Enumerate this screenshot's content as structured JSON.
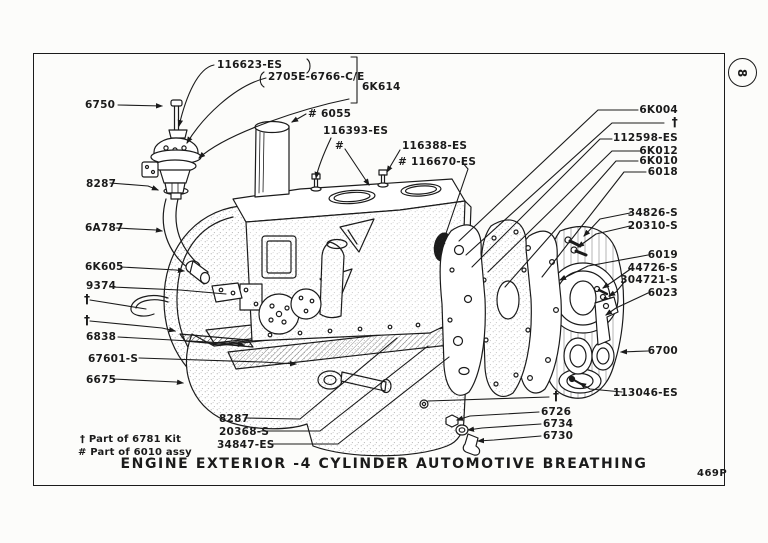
{
  "page": {
    "title": "ENGINE EXTERIOR -4 CYLINDER AUTOMOTIVE BREATHING",
    "sheet_number": "469P",
    "page_number": "8"
  },
  "footnotes": {
    "dagger_note": "† Part of 6781 Kit",
    "hash_note": "# Part of 6010 assy"
  },
  "diagram": {
    "description": "Exploded parts illustration of a 4-cylinder engine exterior: fuel pump, oil filler tube, cylinder block, bell housing, oil pan with pickup, timing cover gasket stack, seals and fasteners"
  },
  "labels": [
    {
      "text": "116623-ES"
    },
    {
      "text": "2705E-6766-C/E"
    },
    {
      "text": "6K614"
    },
    {
      "text": "6750"
    },
    {
      "text": "# 6055"
    },
    {
      "text": "116393-ES"
    },
    {
      "text": "#"
    },
    {
      "text": "116388-ES"
    },
    {
      "text": "# 116670-ES"
    },
    {
      "text": "8287"
    },
    {
      "text": "6A787"
    },
    {
      "text": "6K605"
    },
    {
      "text": "9374"
    },
    {
      "text": "†"
    },
    {
      "text": "†"
    },
    {
      "text": "6838"
    },
    {
      "text": "67601-S"
    },
    {
      "text": "6675"
    },
    {
      "text": "6K004"
    },
    {
      "text": "†"
    },
    {
      "text": "112598-ES"
    },
    {
      "text": "6K012"
    },
    {
      "text": "6K010"
    },
    {
      "text": "6018"
    },
    {
      "text": "34826-S"
    },
    {
      "text": "20310-S"
    },
    {
      "text": "6019"
    },
    {
      "text": "44726-S"
    },
    {
      "text": "304721-S"
    },
    {
      "text": "6023"
    },
    {
      "text": "6700"
    },
    {
      "text": "113046-ES"
    },
    {
      "text": "†"
    },
    {
      "text": "6726"
    },
    {
      "text": "6734"
    },
    {
      "text": "6730"
    },
    {
      "text": "8287"
    },
    {
      "text": "20368-S"
    },
    {
      "text": "34847-ES"
    }
  ]
}
